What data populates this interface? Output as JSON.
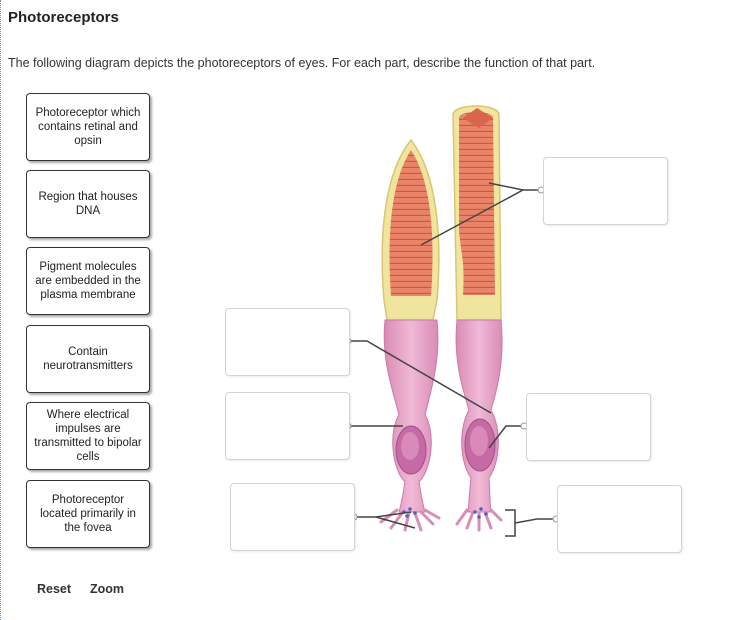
{
  "title": "Photoreceptors",
  "instructions": "The following diagram depicts the photoreceptors of eyes. For each part, describe the function of that part.",
  "labels": [
    "Photoreceptor which contains retinal and opsin",
    "Region that houses DNA",
    "Pigment molecules are embedded in the plasma membrane",
    "Contain neurotransmitters",
    "Where electrical impulses are transmitted to bipolar cells",
    "Photoreceptor located primarily in the fovea"
  ],
  "footer": {
    "reset": "Reset",
    "zoom": "Zoom"
  },
  "colors": {
    "cell_pink": "#e79fc4",
    "disc_red": "#e2735e",
    "membrane_yellow": "#f0e49a",
    "nucleus": "#c76ba6"
  }
}
